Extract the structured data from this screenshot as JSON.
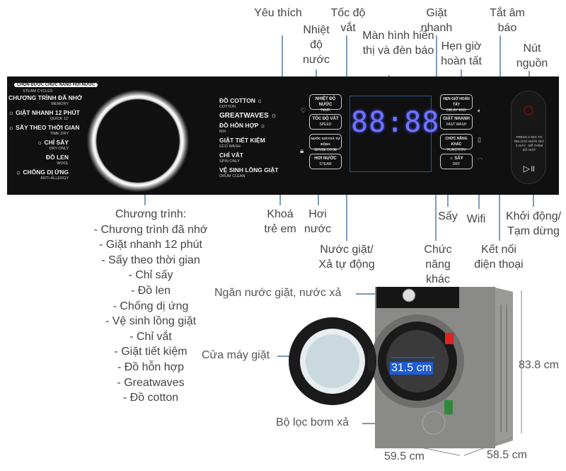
{
  "top_labels": {
    "favorite": "Yêu thích",
    "temp": "Nhiệt độ nước",
    "speed": "Tốc độ vắt",
    "display": "Màn hình hiển thị và đèn báo",
    "fast_wash": "Giặt nhanh",
    "delay_end": "Hẹn giờ hoàn tất",
    "mute": "Tắt âm báo",
    "power": "Nút nguồn"
  },
  "bottom_labels": {
    "child_lock": "Khoá trẻ em",
    "steam": "Hơi nước",
    "auto_dose": "Nước giặt/ Xả tự động",
    "dry": "Sấy",
    "wifi": "Wifi",
    "function": "Chức năng khác",
    "phone": "Kết nối điện thoại",
    "start": "Khởi động/ Tạm dừng"
  },
  "panel": {
    "steam_cycles": "CHỌN ĐƯỢC CHỨC NĂNG HƠI NƯỚC",
    "steam_cycles_en": "STEAM CYCLES",
    "left_programs": [
      {
        "vi": "CHƯƠNG TRÌNH ĐÃ NHỚ",
        "en": "MEMORY"
      },
      {
        "vi": "☼ GIẶT NHANH 12 PHÚT",
        "en": "QUICK 12'"
      },
      {
        "vi": "☼ SẤY THEO THỜI GIAN",
        "en": "TIME DRY"
      },
      {
        "vi": "☼ CHỈ SẤY",
        "en": "DRY ONLY"
      },
      {
        "vi": "ĐỒ LEN",
        "en": "WOOL"
      },
      {
        "vi": "☼ CHỐNG DỊ ỨNG",
        "en": "ANTI-ALLERGY"
      }
    ],
    "right_programs": [
      {
        "vi": "ĐỒ COTTON ☼",
        "en": "COTTON"
      },
      {
        "vi": "GREATWAVES ☼",
        "en": ""
      },
      {
        "vi": "ĐỒ HỖN HỢP ☼",
        "en": "MIX"
      },
      {
        "vi": "GIẶT TIẾT KIỆM",
        "en": "ECO WASH"
      },
      {
        "vi": "CHỈ VẮT",
        "en": "SPIN ONLY"
      },
      {
        "vi": "VỆ SINH LỒNG GIẶT",
        "en": "DRUM CLEAN"
      }
    ],
    "buttons": {
      "temp": {
        "vi": "NHIỆT ĐỘ NƯỚC",
        "en": "TEMP."
      },
      "speed": {
        "vi": "TỐC ĐỘ VẮT",
        "en": "SPEED"
      },
      "dose": {
        "vi": "NƯỚC GIẶT/XẢ TỰ ĐỘNG",
        "en": "SENSE DOSE"
      },
      "steam": {
        "vi": "HƠI NƯỚC",
        "en": "STEAM"
      },
      "delay": {
        "vi": "HẸN GIỜ HOÀN TẤT",
        "en": "DELAY END"
      },
      "fast": {
        "vi": "GIẶT NHANH",
        "en": "FAST WASH"
      },
      "function": {
        "vi": "CHỨC NĂNG KHÁC",
        "en": "FUNCTION"
      },
      "dry": {
        "vi": "☼ SẤY",
        "en": "DRY"
      }
    },
    "display_digits": "88:88",
    "power_text": "PRESS 3 SEC TO RELOAD NHẤN GIỮ 3 GIÂY - ĐỂ THÊM ĐỒ GIẶT",
    "play_pause": "▷॥"
  },
  "programs": {
    "title": "Chương trình:",
    "items": [
      "- Chương trình đã nhớ",
      "- Giặt nhanh 12 phút",
      "- Sấy theo thời gian",
      "- Chỉ sấy",
      "- Đồ len",
      "- Chống dị ứng",
      "- Vệ sinh lồng giặt",
      "- Chỉ vắt",
      "- Giặt tiết kiệm",
      "- Đồ hỗn hợp",
      "- Greatwaves",
      "- Đồ cotton"
    ]
  },
  "machine": {
    "dispenser": "Ngăn nước giặt, nước xả",
    "door": "Cửa máy giặt",
    "filter": "Bộ lọc bơm xả",
    "drum_diameter": "31.5 cm",
    "height": "83.8 cm",
    "width": "59.5 cm",
    "depth": "58.5 cm"
  },
  "colors": {
    "panel": "#101010",
    "line": "#2b5a8a",
    "digits": "#6f74ff",
    "body": "#8a8a88"
  }
}
